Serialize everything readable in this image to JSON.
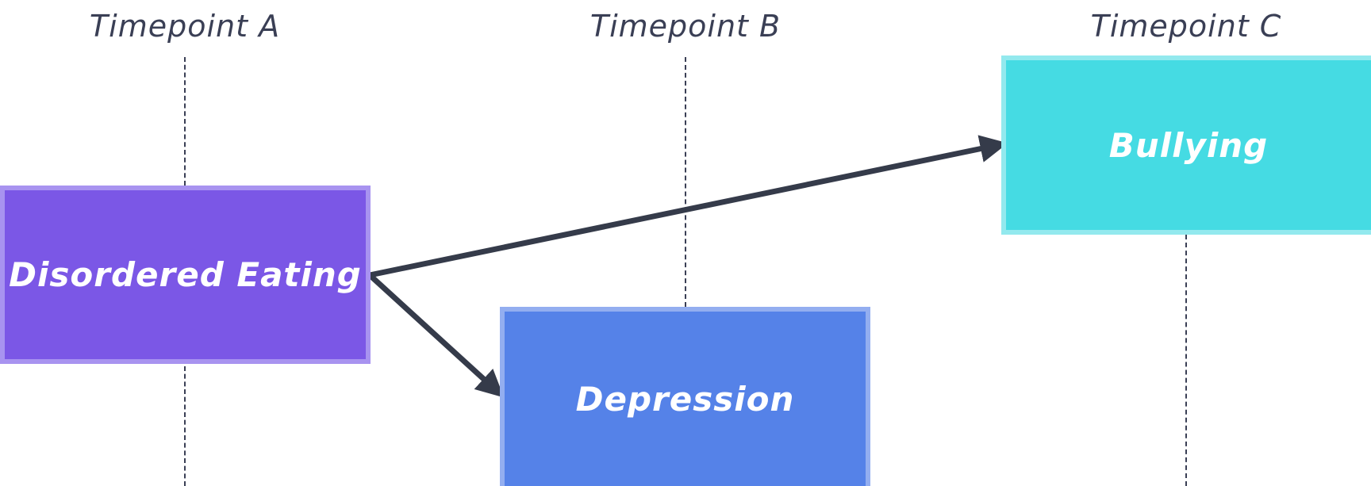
{
  "timepoints": [
    {
      "label": "Timepoint A"
    },
    {
      "label": "Timepoint B"
    },
    {
      "label": "Timepoint C"
    }
  ],
  "nodes": {
    "disordered_eating": {
      "label": "Disordered Eating",
      "fill": "#7b57e6",
      "border": "#a893f0"
    },
    "depression": {
      "label": "Depression",
      "fill": "#5582e8",
      "border": "#93aef0"
    },
    "bullying": {
      "label": "Bullying",
      "fill": "#45dbe3",
      "border": "#93e9ee"
    }
  },
  "colors": {
    "text": "#3a3f55",
    "arrow": "#353b4a"
  },
  "edges": [
    {
      "from": "Disordered Eating",
      "to": "Bullying"
    },
    {
      "from": "Disordered Eating",
      "to": "Depression"
    }
  ]
}
